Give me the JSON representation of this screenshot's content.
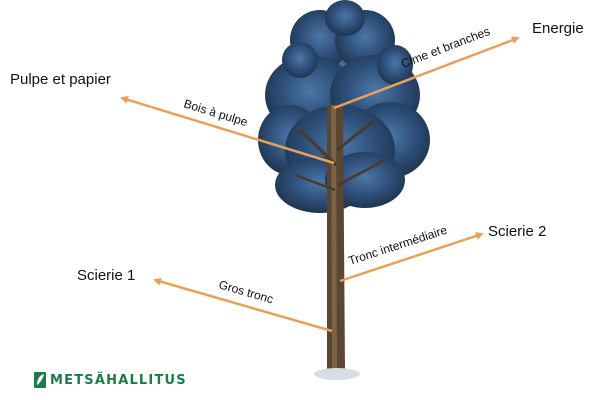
{
  "destinations": {
    "pulpe": "Pulpe et papier",
    "energie": "Energie",
    "scierie2": "Scierie 2",
    "scierie1": "Scierie 1"
  },
  "parts": {
    "cime": "Cime et branches",
    "bois_pulpe": "Bois à pulpe",
    "tronc_intermediaire": "Tronc intermédiaire",
    "gros_tronc": "Gros tronc"
  },
  "logo": {
    "text": "METSÄHALLITUS",
    "color": "#1d7a4a"
  },
  "colors": {
    "arrow": "#e8a15a",
    "foliage": "#25405f",
    "trunk": "#5a4632"
  }
}
